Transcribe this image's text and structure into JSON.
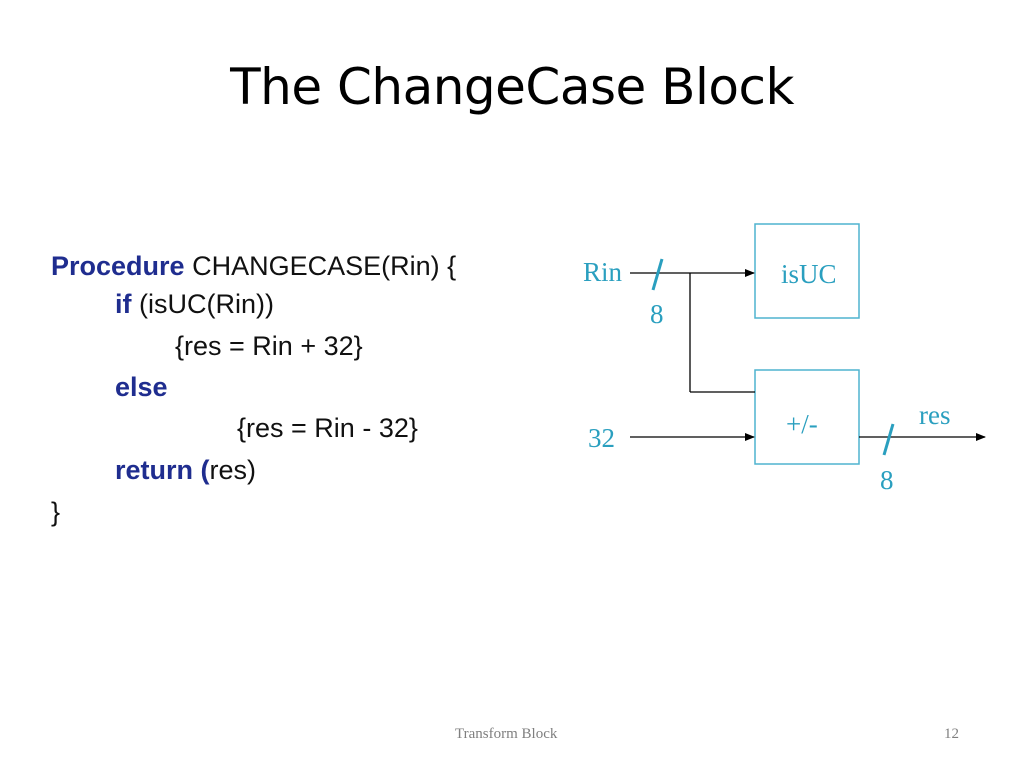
{
  "slide": {
    "title": "The ChangeCase Block"
  },
  "code": {
    "line1_kw": "Procedure",
    "line1_rest": " CHANGECASE(Rin) {",
    "line2_kw": "if",
    "line2_rest": " (isUC(Rin))",
    "line3": "{res = Rin + 32}",
    "line4_kw": "else",
    "line5": "{res = Rin - 32}",
    "line6_kw": "return (",
    "line6_rest": "res)",
    "line7": "}"
  },
  "diagram": {
    "input_label": "Rin",
    "input_width": "8",
    "const_label": "32",
    "block_isuc": "isUC",
    "block_addsub": "+/-",
    "output_label": "res",
    "output_width": "8",
    "text_color": "#2a9fbf",
    "box_color": "#4fb3cf",
    "wire_color": "#000000"
  },
  "footer": {
    "center": "Transform Block",
    "page": "12"
  }
}
